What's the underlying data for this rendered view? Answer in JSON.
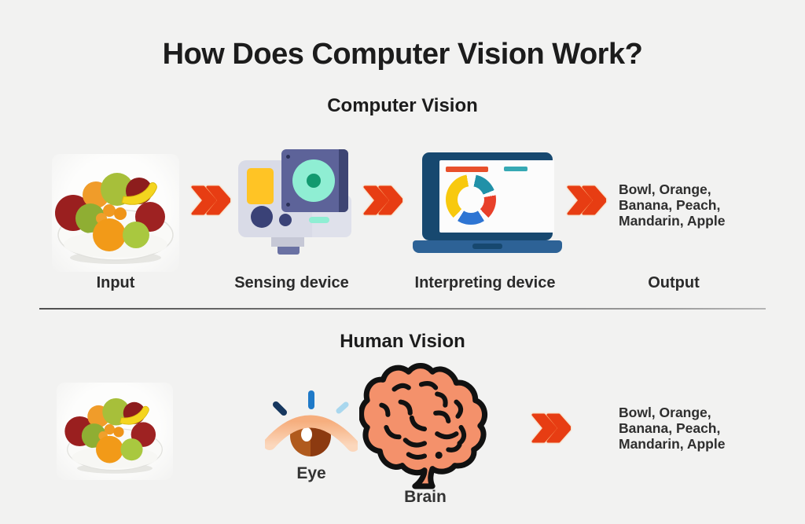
{
  "page": {
    "title": "How Does Computer Vision Work?",
    "background_color": "#f2f2f1"
  },
  "computer_vision": {
    "heading": "Computer Vision",
    "steps": {
      "input_label": "Input",
      "sensing_label": "Sensing device",
      "interpreting_label": "Interpreting device",
      "output_label": "Output"
    },
    "output": {
      "line1": "Bowl, Orange,",
      "line2": "Banana, Peach,",
      "line3": "Mandarin, Apple"
    }
  },
  "human_vision": {
    "heading": "Human Vision",
    "eye_label": "Eye",
    "brain_label": "Brain",
    "output": {
      "line1": "Bowl, Orange,",
      "line2": "Banana, Peach,",
      "line3": "Mandarin, Apple"
    }
  },
  "icons": {
    "arrow": "double-chevron-right-icon",
    "input": "fruit-bowl-icon",
    "sensing": "camera-icon",
    "interpreting": "laptop-chart-icon",
    "eye": "eye-icon",
    "brain": "brain-icon"
  },
  "colors": {
    "arrow_red": "#e73d13",
    "camera_accent_yellow": "#ffc425",
    "camera_lens_mint": "#8feed3",
    "camera_housing_slate": "#5d6399",
    "laptop_frame_navy": "#17486f",
    "laptop_base_blue": "#2d6296",
    "chart_yellow": "#f8c90e",
    "chart_teal": "#2191a8",
    "chart_red": "#e8402a",
    "chart_blue": "#2e75d3",
    "brain_coral": "#f4916b",
    "eyelid_peach": "#f8c5a0",
    "iris_brown": "#9c4412"
  }
}
